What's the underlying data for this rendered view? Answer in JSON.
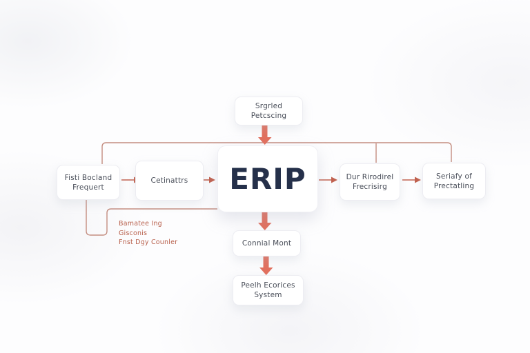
{
  "diagram_type": "flowchart",
  "center": {
    "label": "ERIP"
  },
  "nodes": {
    "top": {
      "line1": "Srgrled",
      "line2": "Petcscing"
    },
    "left": {
      "line1": "Fisti Bocland",
      "line2": "Frequert"
    },
    "mid_left": {
      "line1": "Cetinattrs"
    },
    "right_first": {
      "line1": "Dur Rirodirel",
      "line2": "Frecrisirg"
    },
    "right_second": {
      "line1": "Seriafy of",
      "line2": "Prectatling"
    },
    "bottom_first": {
      "line1": "Connial Mont"
    },
    "bottom_second": {
      "line1": "Peelh Ecorices",
      "line2": "System"
    }
  },
  "annotation": {
    "line1": "Bamatee Ing",
    "line2": "Gisconis",
    "line3": "Fnst Dgy Counler"
  },
  "colors": {
    "thick_arrow": "#e2705e",
    "thin_arrow": "#c2604d",
    "connector_line": "#c48d80",
    "annotation_text": "#b8604c",
    "center_text": "#25304a",
    "node_text": "#474c57",
    "node_background": "#ffffff",
    "page_background": "#fdfdfe"
  }
}
